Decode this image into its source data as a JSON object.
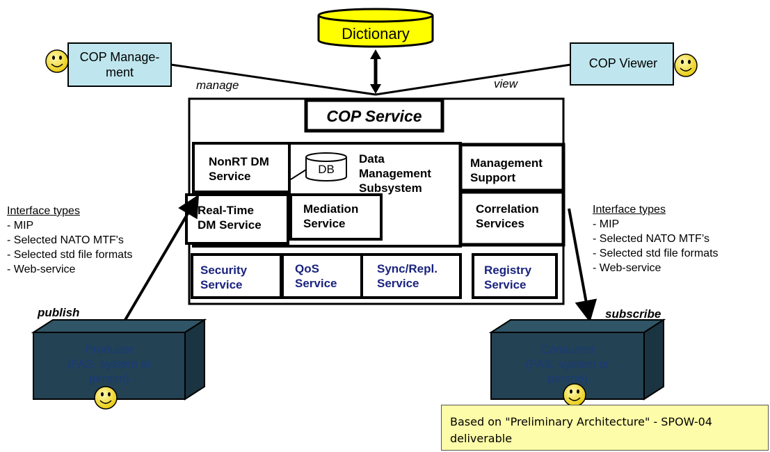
{
  "dictionary": "Dictionary",
  "cop_management": "COP Manage-\nment",
  "cop_viewer": "COP Viewer",
  "manage": "manage",
  "view": "view",
  "cop_service": "COP Service",
  "nonrt_dm": "NonRT DM\nService",
  "db": "DB",
  "data_mgmt": "Data\nManagement\nSubsystem",
  "mgmt_support": "Management\nSupport",
  "realtime_dm": "Real-Time\nDM Service",
  "mediation": "Mediation\nService",
  "correlation": "Correlation\nServices",
  "security": "Security\nService",
  "qos": "QoS\nService",
  "sync": "Sync/Repl.\nService",
  "registry": "Registry\nService",
  "left_interfaces": {
    "title": "Interface types",
    "items": [
      "- MIP",
      "- Selected NATO MTF's",
      "- Selected std file formats",
      "- Web-service"
    ]
  },
  "right_interfaces": {
    "title": "Interface types",
    "items": [
      "- MIP",
      "- Selected NATO MTF’s",
      "- Selected std file formats",
      "- Web-service"
    ]
  },
  "publish": "publish",
  "subscribe": "subscribe",
  "producer": "Producer\n(FAS, system or\nperson)",
  "consumer": "Consumer\n(FAS, system or\nperson)",
  "note": "Based on \"Preliminary Architecture\" - SPOW-04 deliverable"
}
